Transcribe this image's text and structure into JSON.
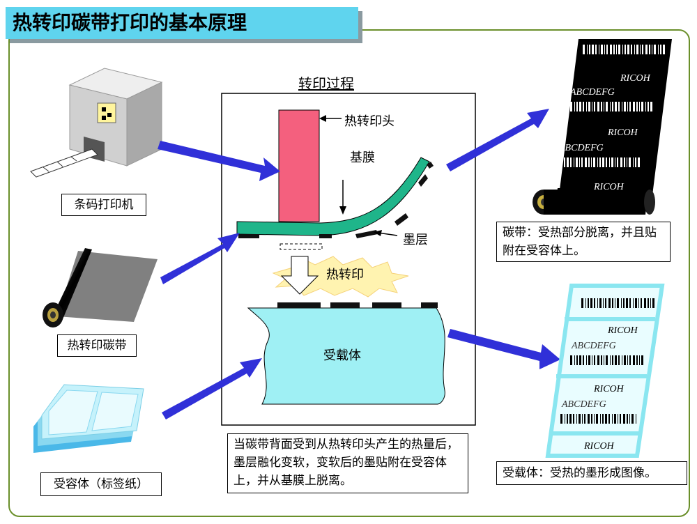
{
  "title": "热转印碳带打印的基本原理",
  "process": {
    "title": "转印过程",
    "print_head": "热转印头",
    "base_film": "基膜",
    "ink_layer": "墨层",
    "heat_transfer": "热转印",
    "receiver": "受载体"
  },
  "items": {
    "printer": "条码打印机",
    "ribbon": "热转印碳带",
    "labels": "受容体（标签纸）"
  },
  "descriptions": {
    "process": "当碳带背面受到从热转印头产生的热量后，墨层融化变软，变软后的墨贴附在受容体上，并从基膜上脱离。",
    "ribbon_result": "碳带：受热部分脱离，并且贴附在受容体上。",
    "receiver_result": "受载体：受热的墨形成图像。"
  },
  "sample_text": {
    "brand": "RICOH",
    "letters": "ABCDEFG"
  },
  "colors": {
    "title_bg": "#5fd4ee",
    "frame": "#6a8f2a",
    "print_head": "#f4607e",
    "base_film": "#1fb58a",
    "receiver": "#9ff0f4",
    "arrow": "#3030d8"
  }
}
